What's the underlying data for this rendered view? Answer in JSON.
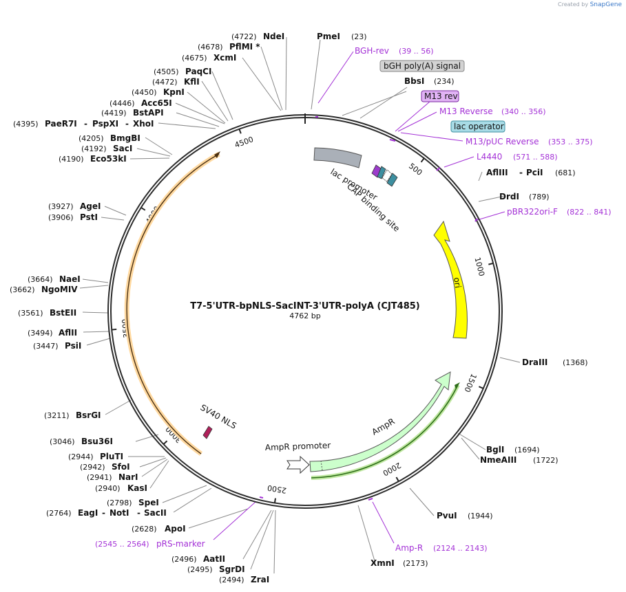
{
  "credit": {
    "prefix": "Created by",
    "brand": "SnapGene"
  },
  "plasmid": {
    "name": "T7-5'UTR-bpNLS-SacINT-3'UTR-polyA (CJT485)",
    "length_label": "4762 bp",
    "length": 4762
  },
  "ticks": [
    "500",
    "1000",
    "1500",
    "2000",
    "2500",
    "3000",
    "3500",
    "4000",
    "4500"
  ],
  "enzymes": [
    {
      "name": "PmeI",
      "pos": "(23)"
    },
    {
      "name": "BbsI",
      "pos": "(234)"
    },
    {
      "name": "AflIII",
      "sep": "-",
      "name2": "PciI",
      "pos": "(681)"
    },
    {
      "name": "DrdI",
      "pos": "(789)"
    },
    {
      "name": "DraIII",
      "pos": "(1368)"
    },
    {
      "name": "BglI",
      "pos": "(1694)"
    },
    {
      "name": "NmeAIII",
      "pos": "(1722)"
    },
    {
      "name": "PvuI",
      "pos": "(1944)"
    },
    {
      "name": "XmnI",
      "pos": "(2173)"
    },
    {
      "name": "ZraI",
      "pos": "(2494)"
    },
    {
      "name": "SgrDI",
      "pos": "(2495)"
    },
    {
      "name": "AatII",
      "pos": "(2496)"
    },
    {
      "name": "ApoI",
      "pos": "(2628)"
    },
    {
      "name": "EagI",
      "sep": "-",
      "name2": "NotI",
      "sep2": "-",
      "name3": "SacII",
      "pos": "(2764)"
    },
    {
      "name": "SpeI",
      "pos": "(2798)"
    },
    {
      "name": "KasI",
      "pos": "(2940)"
    },
    {
      "name": "NarI",
      "pos": "(2941)"
    },
    {
      "name": "SfoI",
      "pos": "(2942)"
    },
    {
      "name": "PluTI",
      "pos": "(2944)"
    },
    {
      "name": "Bsu36I",
      "pos": "(3046)"
    },
    {
      "name": "BsrGI",
      "pos": "(3211)"
    },
    {
      "name": "PsiI",
      "pos": "(3447)"
    },
    {
      "name": "AflII",
      "pos": "(3494)"
    },
    {
      "name": "BstEII",
      "pos": "(3561)"
    },
    {
      "name": "NgoMIV",
      "pos": "(3662)"
    },
    {
      "name": "NaeI",
      "pos": "(3664)"
    },
    {
      "name": "PstI",
      "pos": "(3906)"
    },
    {
      "name": "AgeI",
      "pos": "(3927)"
    },
    {
      "name": "Eco53kI",
      "pos": "(4190)"
    },
    {
      "name": "SacI",
      "pos": "(4192)"
    },
    {
      "name": "BmgBI",
      "pos": "(4205)"
    },
    {
      "name": "PaeR7I",
      "sep": "-",
      "name2": "PspXI",
      "sep2": "-",
      "name3": "XhoI",
      "pos": "(4395)"
    },
    {
      "name": "BstAPI",
      "pos": "(4419)"
    },
    {
      "name": "Acc65I",
      "pos": "(4446)"
    },
    {
      "name": "KpnI",
      "pos": "(4450)"
    },
    {
      "name": "KflI",
      "pos": "(4472)"
    },
    {
      "name": "PaqCI",
      "pos": "(4505)"
    },
    {
      "name": "XcmI",
      "pos": "(4675)"
    },
    {
      "name": "PflMI *",
      "pos": "(4678)"
    },
    {
      "name": "NdeI",
      "pos": "(4722)"
    }
  ],
  "primers": [
    {
      "name": "BGH-rev",
      "range": "(39 .. 56)"
    },
    {
      "name": "M13 rev",
      "range": ""
    },
    {
      "name": "M13 Reverse",
      "range": "(340 .. 356)"
    },
    {
      "name": "M13/pUC Reverse",
      "range": "(353 .. 375)"
    },
    {
      "name": "L4440",
      "range": "(571 .. 588)"
    },
    {
      "name": "pBR322ori-F",
      "range": "(822 .. 841)"
    },
    {
      "name": "Amp-R",
      "range": "(2124 .. 2143)"
    },
    {
      "name": "pRS-marker",
      "range": "(2545 .. 2564)"
    }
  ],
  "features": [
    {
      "name": "bGH poly(A) signal"
    },
    {
      "name": "lac operator"
    },
    {
      "name": "lac promoter"
    },
    {
      "name": "CAP binding site"
    },
    {
      "name": "ori"
    },
    {
      "name": "AmpR"
    },
    {
      "name": "AmpR promoter"
    },
    {
      "name": "SV40 NLS"
    }
  ],
  "colors": {
    "backbone": "#2b2b2b",
    "primer": "#a330d6",
    "ori": "#ffff00",
    "ampr": "#ccffcc",
    "orf_highlight": "#ffd9a0",
    "polya": "#aab0b8",
    "lac_operator": "#3d8fa0",
    "sv40": "#b0205a"
  }
}
